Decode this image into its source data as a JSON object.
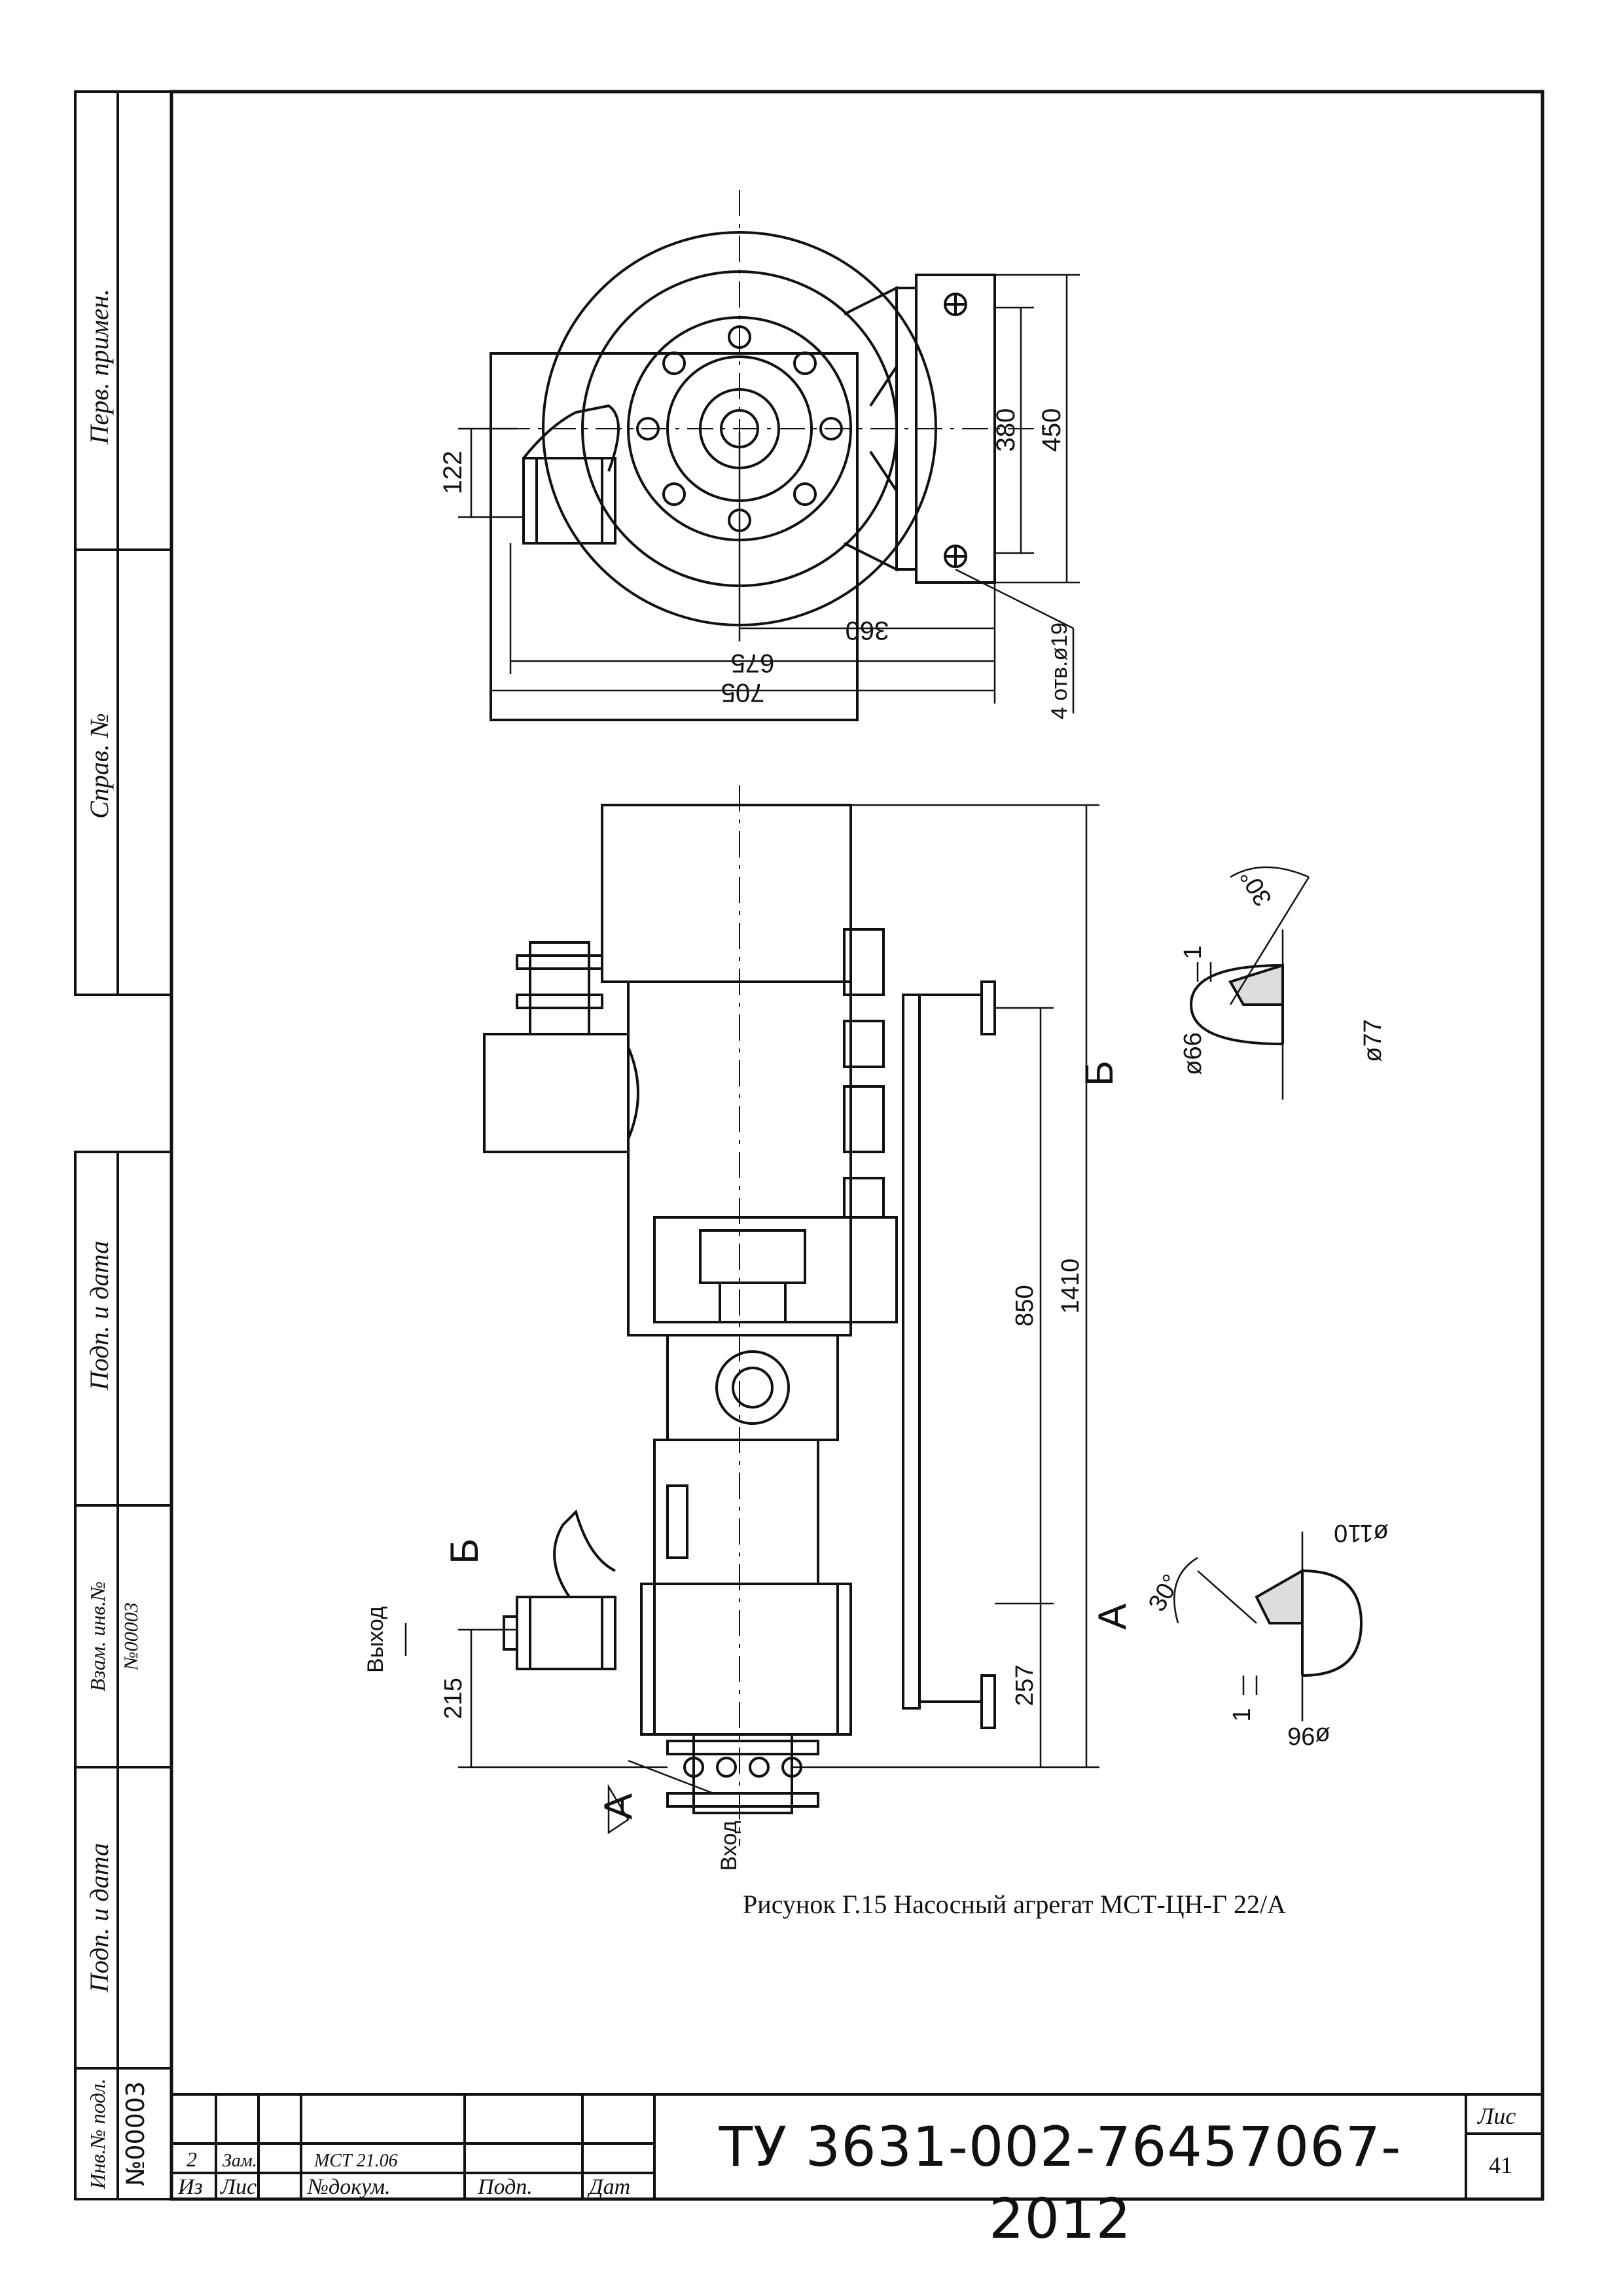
{
  "side_stamp": {
    "perv_primen": "Перв. примен.",
    "sprav_no": "Справ. №",
    "podp_data_1": "Подп. и дата",
    "vzam_inv": "Взам. инв.№",
    "vzam_inv_value": "№00003",
    "podp_data_2": "Подп. и дата",
    "inv_podl": "Инв.№ подл.",
    "inv_podl_value": "№00003"
  },
  "drawing": {
    "top_view": {
      "dims": [
        "122",
        "380",
        "450",
        "360",
        "675",
        "705",
        "4 отв.ø19"
      ]
    },
    "side_view": {
      "labels": {
        "vyhod": "Выход",
        "vhod": "Вход",
        "b": "Б",
        "a": "А"
      },
      "dims": [
        "215",
        "257",
        "850",
        "1410"
      ]
    },
    "detail_b": {
      "label": "Б",
      "dims": {
        "angle": "30°",
        "gap": "1",
        "d_inner": "ø66",
        "d_outer": "ø77"
      }
    },
    "detail_a": {
      "label": "А",
      "dims": {
        "angle": "30°",
        "gap": "1",
        "d_outer": "ø110",
        "d_inner": "ø96"
      }
    }
  },
  "caption": "Рисунок Г.15 Насосный агрегат МСТ-ЦН-Г 22/А",
  "title_block": {
    "rev_no": "2",
    "rev_change": "Зам.",
    "rev_doc": "МСТ 21.06",
    "col_iz": "Из",
    "col_lis": "Лис",
    "col_doc": "№докум.",
    "col_sign": "Подп.",
    "col_date": "Дат",
    "doc_number": "ТУ 3631-002-76457067-2012",
    "sheet_label": "Лис",
    "sheet_no": "41"
  }
}
